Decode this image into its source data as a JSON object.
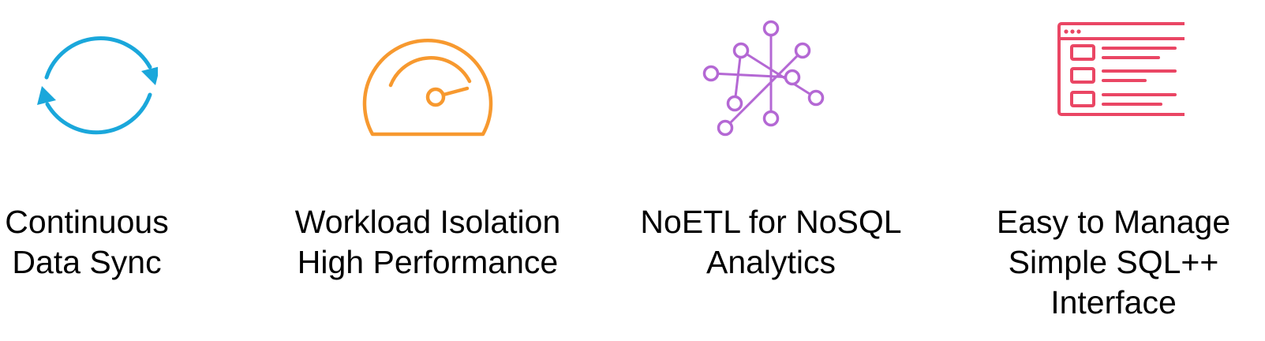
{
  "colors": {
    "sync": "#1aa7db",
    "performance": "#f7992f",
    "network": "#b468d4",
    "manage": "#ea4664",
    "text": "#000000"
  },
  "features": [
    {
      "icon": "sync-arrows-icon",
      "lines": [
        "Continuous",
        "Data Sync"
      ]
    },
    {
      "icon": "speedometer-icon",
      "lines": [
        "Workload Isolation",
        "High Performance"
      ]
    },
    {
      "icon": "network-nodes-icon",
      "lines": [
        "NoETL for NoSQL",
        "Analytics"
      ]
    },
    {
      "icon": "browser-window-icon",
      "lines": [
        "Easy to Manage",
        "Simple SQL++",
        "Interface"
      ]
    }
  ]
}
